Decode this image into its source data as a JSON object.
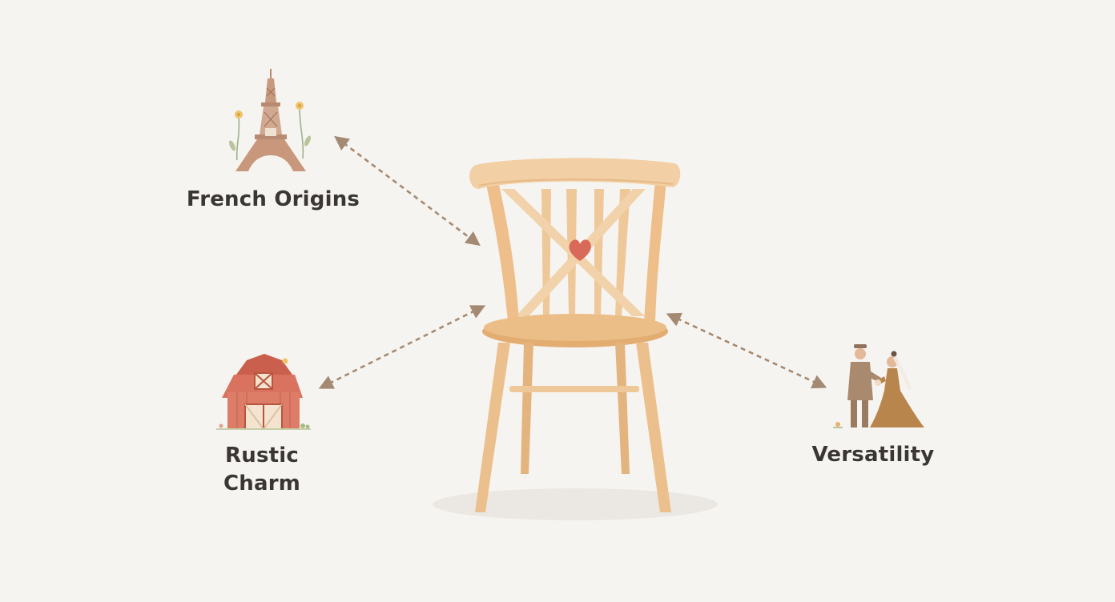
{
  "labels": {
    "french_origins": "French Origins",
    "rustic_line1": "Rustic",
    "rustic_line2": "Charm",
    "versatility": "Versatility"
  },
  "colors": {
    "background": "#f6f4f1",
    "chair_wood": "#efc89a",
    "chair_wood_dark": "#e3ad72",
    "seat": "#e8b57c",
    "heart": "#d96a5a",
    "arrow": "#a48a72",
    "eiffel": "#b98a72",
    "barn": "#d9725f",
    "flower": "#f0c46a",
    "groom": "#a98a6e",
    "bride": "#b8864c"
  },
  "icons": [
    "eiffel-tower-icon",
    "barn-icon",
    "wedding-couple-icon",
    "chair-illustration",
    "heart-icon"
  ]
}
